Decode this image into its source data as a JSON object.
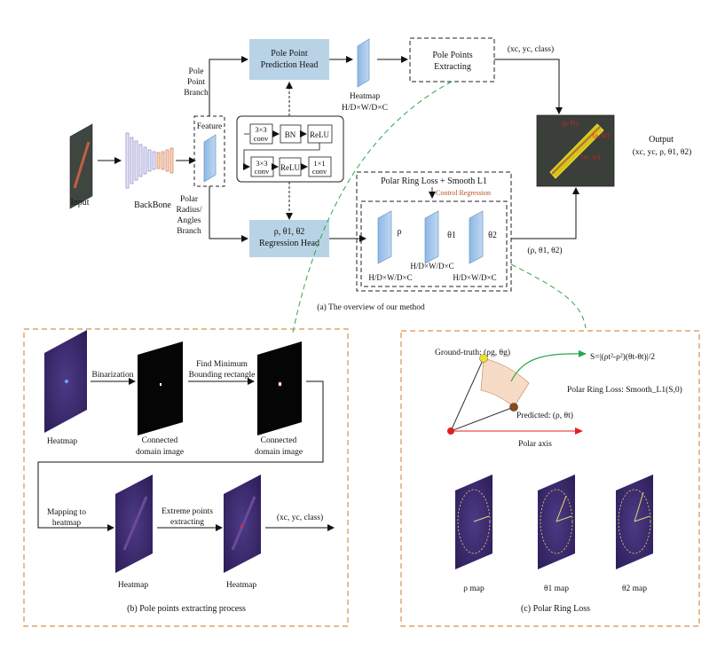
{
  "colors": {
    "head_fill": "#b9d3e6",
    "feature_fill": "#9fc4e8",
    "dashed_orange": "#d9904a",
    "dashed_green": "#2aa84a",
    "heatmap_purple": "#3d2a6e",
    "control_text": "#b5541c",
    "rect_yellow": "#d7c419",
    "polar_red": "#e02020",
    "arc_fill": "#f6dcc6"
  },
  "top": {
    "input_label": "Input",
    "backbone_label": "BackBone",
    "feature_label": "Feature",
    "pole_branch_label": [
      "Pole",
      "Point",
      "Branch"
    ],
    "polar_branch_label": [
      "Polar",
      "Radius/",
      "Angles",
      "Branch"
    ],
    "pole_head_label": [
      "Pole Point",
      "Prediction Head"
    ],
    "heatmap_label": [
      "Heatmap",
      "H/D×W/D×C"
    ],
    "extract_label": [
      "Pole Points",
      "Extracting"
    ],
    "xyclass_label": "(xc, yc, class)",
    "output_label": [
      "Output",
      "(xc, yc, ρ, θ1, θ2)"
    ],
    "box_labels": {
      "b1": [
        "3×3",
        "conv"
      ],
      "b2": "BN",
      "b3": "ReLU",
      "b4": [
        "3×3",
        "conv"
      ],
      "b5": "ReLU",
      "b6": [
        "1×1",
        "conv"
      ]
    },
    "regression_head_label": [
      "ρ, θ1, θ2",
      "Regression Head"
    ],
    "polar_loss_label": "Polar Ring Loss + Smooth L1",
    "control_label": "Control Regression",
    "rho_label": "ρ",
    "theta1_label": "θ1",
    "theta2_label": "θ2",
    "dims_label": "H/D×W/D×C",
    "rho_theta_label": "(ρ, θ1, θ2)",
    "output_annotations": [
      "(ρ, θ1)",
      "(ρ, θ2)",
      "(xc, yc)"
    ],
    "caption": "(a)  The overview of our method"
  },
  "panel_b": {
    "heatmap_label": "Heatmap",
    "binarization_label": "Binarization",
    "connected_label": [
      "Connected",
      "domain image"
    ],
    "find_label": [
      "Find Minimum",
      "Bounding rectangle"
    ],
    "mapping_label": [
      "Mapping to",
      "heatmap"
    ],
    "extreme_label": [
      "Extreme points",
      "extracting"
    ],
    "xyclass_label": "(xc, yc, class)",
    "caption": "(b)  Pole points extracting process"
  },
  "panel_c": {
    "gt_label": "Ground-truth: (ρg, θg)",
    "pred_label": "Predicted: (ρ, θt)",
    "formula": "S=|(ρt²-ρ²)(θt-θt)|/2",
    "loss_label": "Polar Ring Loss: Smooth_L1(S,0)",
    "axis_label": "Polar axis",
    "map_labels": [
      "ρ map",
      "θ1  map",
      "θ2  map"
    ],
    "caption": "(c)  Polar Ring Loss"
  }
}
